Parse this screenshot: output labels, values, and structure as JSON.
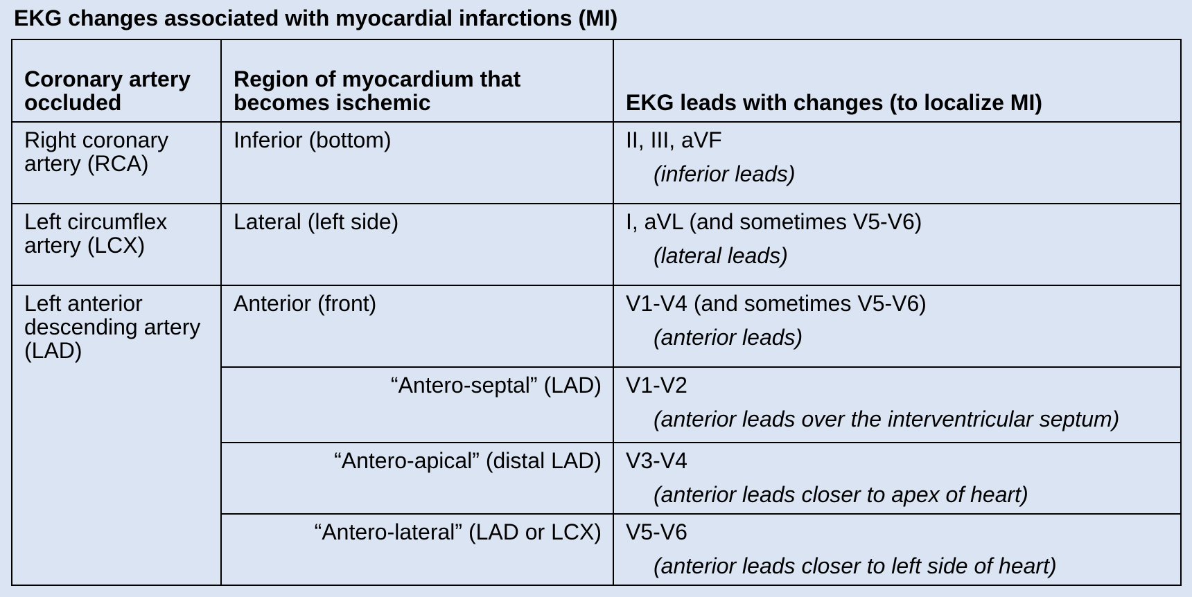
{
  "title": "EKG changes associated with myocardial infarctions (MI)",
  "headers": {
    "artery": "Coronary artery occluded",
    "region": "Region of myocardium that becomes ischemic",
    "leads": "EKG leads with changes (to localize MI)"
  },
  "rows": [
    {
      "artery": "Right coronary artery (RCA)",
      "region": "Inferior (bottom)",
      "leads": "II, III, aVF",
      "leads_note": "(inferior leads)"
    },
    {
      "artery": "Left circumflex artery (LCX)",
      "region": "Lateral (left side)",
      "leads": "I, aVL (and sometimes V5-V6)",
      "leads_note": "(lateral leads)"
    },
    {
      "artery": "Left anterior descending artery (LAD)",
      "region": "Anterior (front)",
      "leads": "V1-V4 (and sometimes V5-V6)",
      "leads_note": "(anterior leads)"
    },
    {
      "region": "“Antero-septal” (LAD)",
      "leads": "V1-V2",
      "leads_note": "(anterior leads over the interventricular septum)"
    },
    {
      "region": "“Antero-apical” (distal LAD)",
      "leads": "V3-V4",
      "leads_note": "(anterior leads closer to apex of heart)"
    },
    {
      "region": "“Antero-lateral” (LAD or LCX)",
      "leads": "V5-V6",
      "leads_note": "(anterior leads closer to left side of heart)"
    }
  ]
}
